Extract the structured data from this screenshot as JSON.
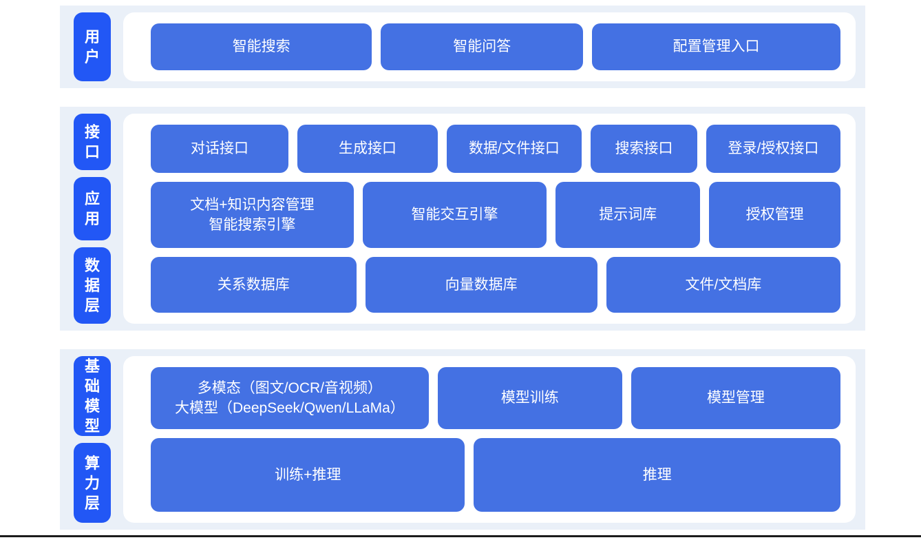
{
  "diagram": {
    "colors": {
      "layer_tab_blue": "#2257f5",
      "box_blue": "#4471e3",
      "panel_background": "#eaf0f8",
      "text": "#ffffff",
      "bottom_rule": "#1c1c1c"
    },
    "sections": [
      {
        "name": "user-layer",
        "tabs": [
          {
            "label": "用户"
          }
        ],
        "rows": [
          {
            "boxes": [
              {
                "label": "智能搜索"
              },
              {
                "label": "智能问答"
              },
              {
                "label": "配置管理入口"
              }
            ]
          }
        ]
      },
      {
        "name": "interface-application-data-layers",
        "tabs": [
          {
            "label": "接口"
          },
          {
            "label": "应用"
          },
          {
            "label": "数据层"
          }
        ],
        "rows": [
          {
            "boxes": [
              {
                "label": "对话接口"
              },
              {
                "label": "生成接口"
              },
              {
                "label": "数据/文件接口"
              },
              {
                "label": "搜索接口"
              },
              {
                "label": "登录/授权接口"
              }
            ]
          },
          {
            "boxes": [
              {
                "lines": [
                  "文档+知识内容管理",
                  "智能搜索引擎"
                ]
              },
              {
                "label": "智能交互引擎"
              },
              {
                "label": "提示词库"
              },
              {
                "label": "授权管理"
              }
            ]
          },
          {
            "boxes": [
              {
                "label": "关系数据库"
              },
              {
                "label": "向量数据库"
              },
              {
                "label": "文件/文档库"
              }
            ]
          }
        ]
      },
      {
        "name": "foundation-model-compute-layers",
        "tabs": [
          {
            "label": "基础模型"
          },
          {
            "label": "算力层"
          }
        ],
        "rows": [
          {
            "boxes": [
              {
                "lines": [
                  "多模态（图文/OCR/音视频）",
                  "大模型（DeepSeek/Qwen/LLaMa）"
                ]
              },
              {
                "label": "模型训练"
              },
              {
                "label": "模型管理"
              }
            ]
          },
          {
            "boxes": [
              {
                "label": "训练+推理"
              },
              {
                "label": "推理"
              }
            ]
          }
        ]
      }
    ]
  }
}
